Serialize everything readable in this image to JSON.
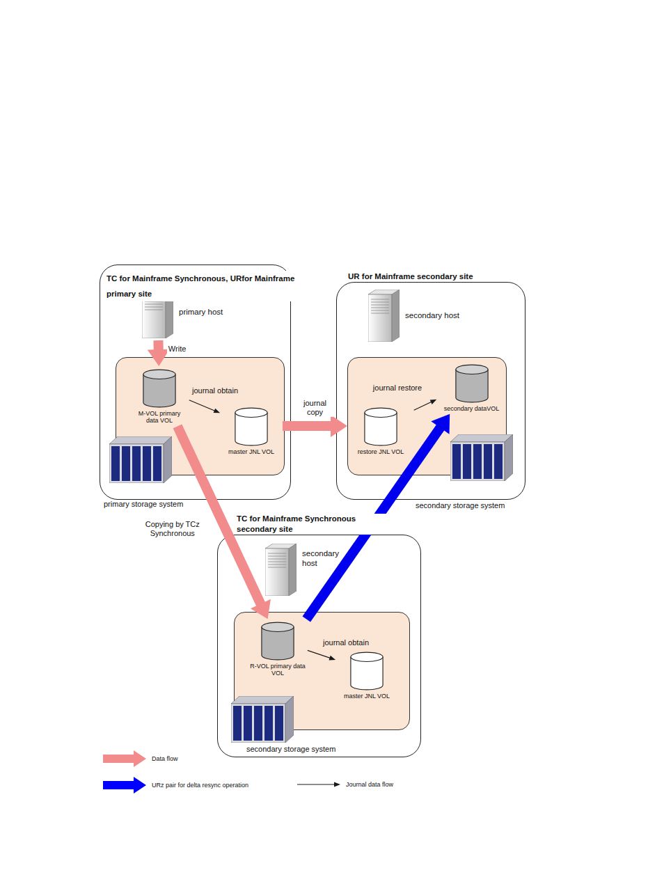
{
  "diagram": {
    "nodes": [
      {
        "text": [
          "TC for Mainframe Synchronous, URfor Mainframe primary site"
        ]
      },
      {
        "text": [
          "primary host"
        ],
        "in": 0
      },
      {
        "text": [
          "primary storage system"
        ],
        "in": 0
      },
      {
        "text": [
          "M-VOL primary data VOL"
        ],
        "in": 2
      },
      {
        "text": [
          "master JNL VOL"
        ],
        "in": 2
      },
      {
        "text": [
          "UR for Mainframe secondary site"
        ]
      },
      {
        "text": [
          "secondary host"
        ],
        "in": 5
      },
      {
        "text": [
          "secondary storage system"
        ],
        "in": 5
      },
      {
        "text": [
          "restore JNL VOL"
        ],
        "in": 7
      },
      {
        "text": [
          "secondary dataVOL"
        ],
        "in": 7
      },
      {
        "text": [
          "TC for Mainframe Synchronous secondary site"
        ]
      },
      {
        "text": [
          "secondary host"
        ],
        "in": 10
      },
      {
        "text": [
          "secondary storage system"
        ],
        "in": 10
      },
      {
        "text": [
          "R-VOL primary data VOL"
        ],
        "in": 12
      },
      {
        "text": [
          "master JNL VOL"
        ],
        "in": 12
      }
    ],
    "edges": [
      {
        "from": 1,
        "to": 3,
        "label": "Write",
        "arrow": "to"
      },
      {
        "from": 3,
        "to": 4,
        "label": "journal obtain",
        "arrow": "to"
      },
      {
        "from": 4,
        "to": 8,
        "label": "journal copy",
        "arrow": "to"
      },
      {
        "from": 8,
        "to": 9,
        "label": "journal restore",
        "arrow": "to"
      },
      {
        "from": 3,
        "to": 13,
        "label": "Copying by TCz Synchronous",
        "arrow": "to"
      },
      {
        "from": 13,
        "to": 9,
        "arrow": "to"
      },
      {
        "from": 13,
        "to": 14,
        "label": "journal obtain",
        "arrow": "to"
      }
    ],
    "legend": [
      {
        "text": "Data flow",
        "color": "#f28b8b"
      },
      {
        "text": "URz pair for delta resync operation",
        "color": "#0000ff"
      },
      {
        "text": "Journal data flow"
      }
    ]
  }
}
